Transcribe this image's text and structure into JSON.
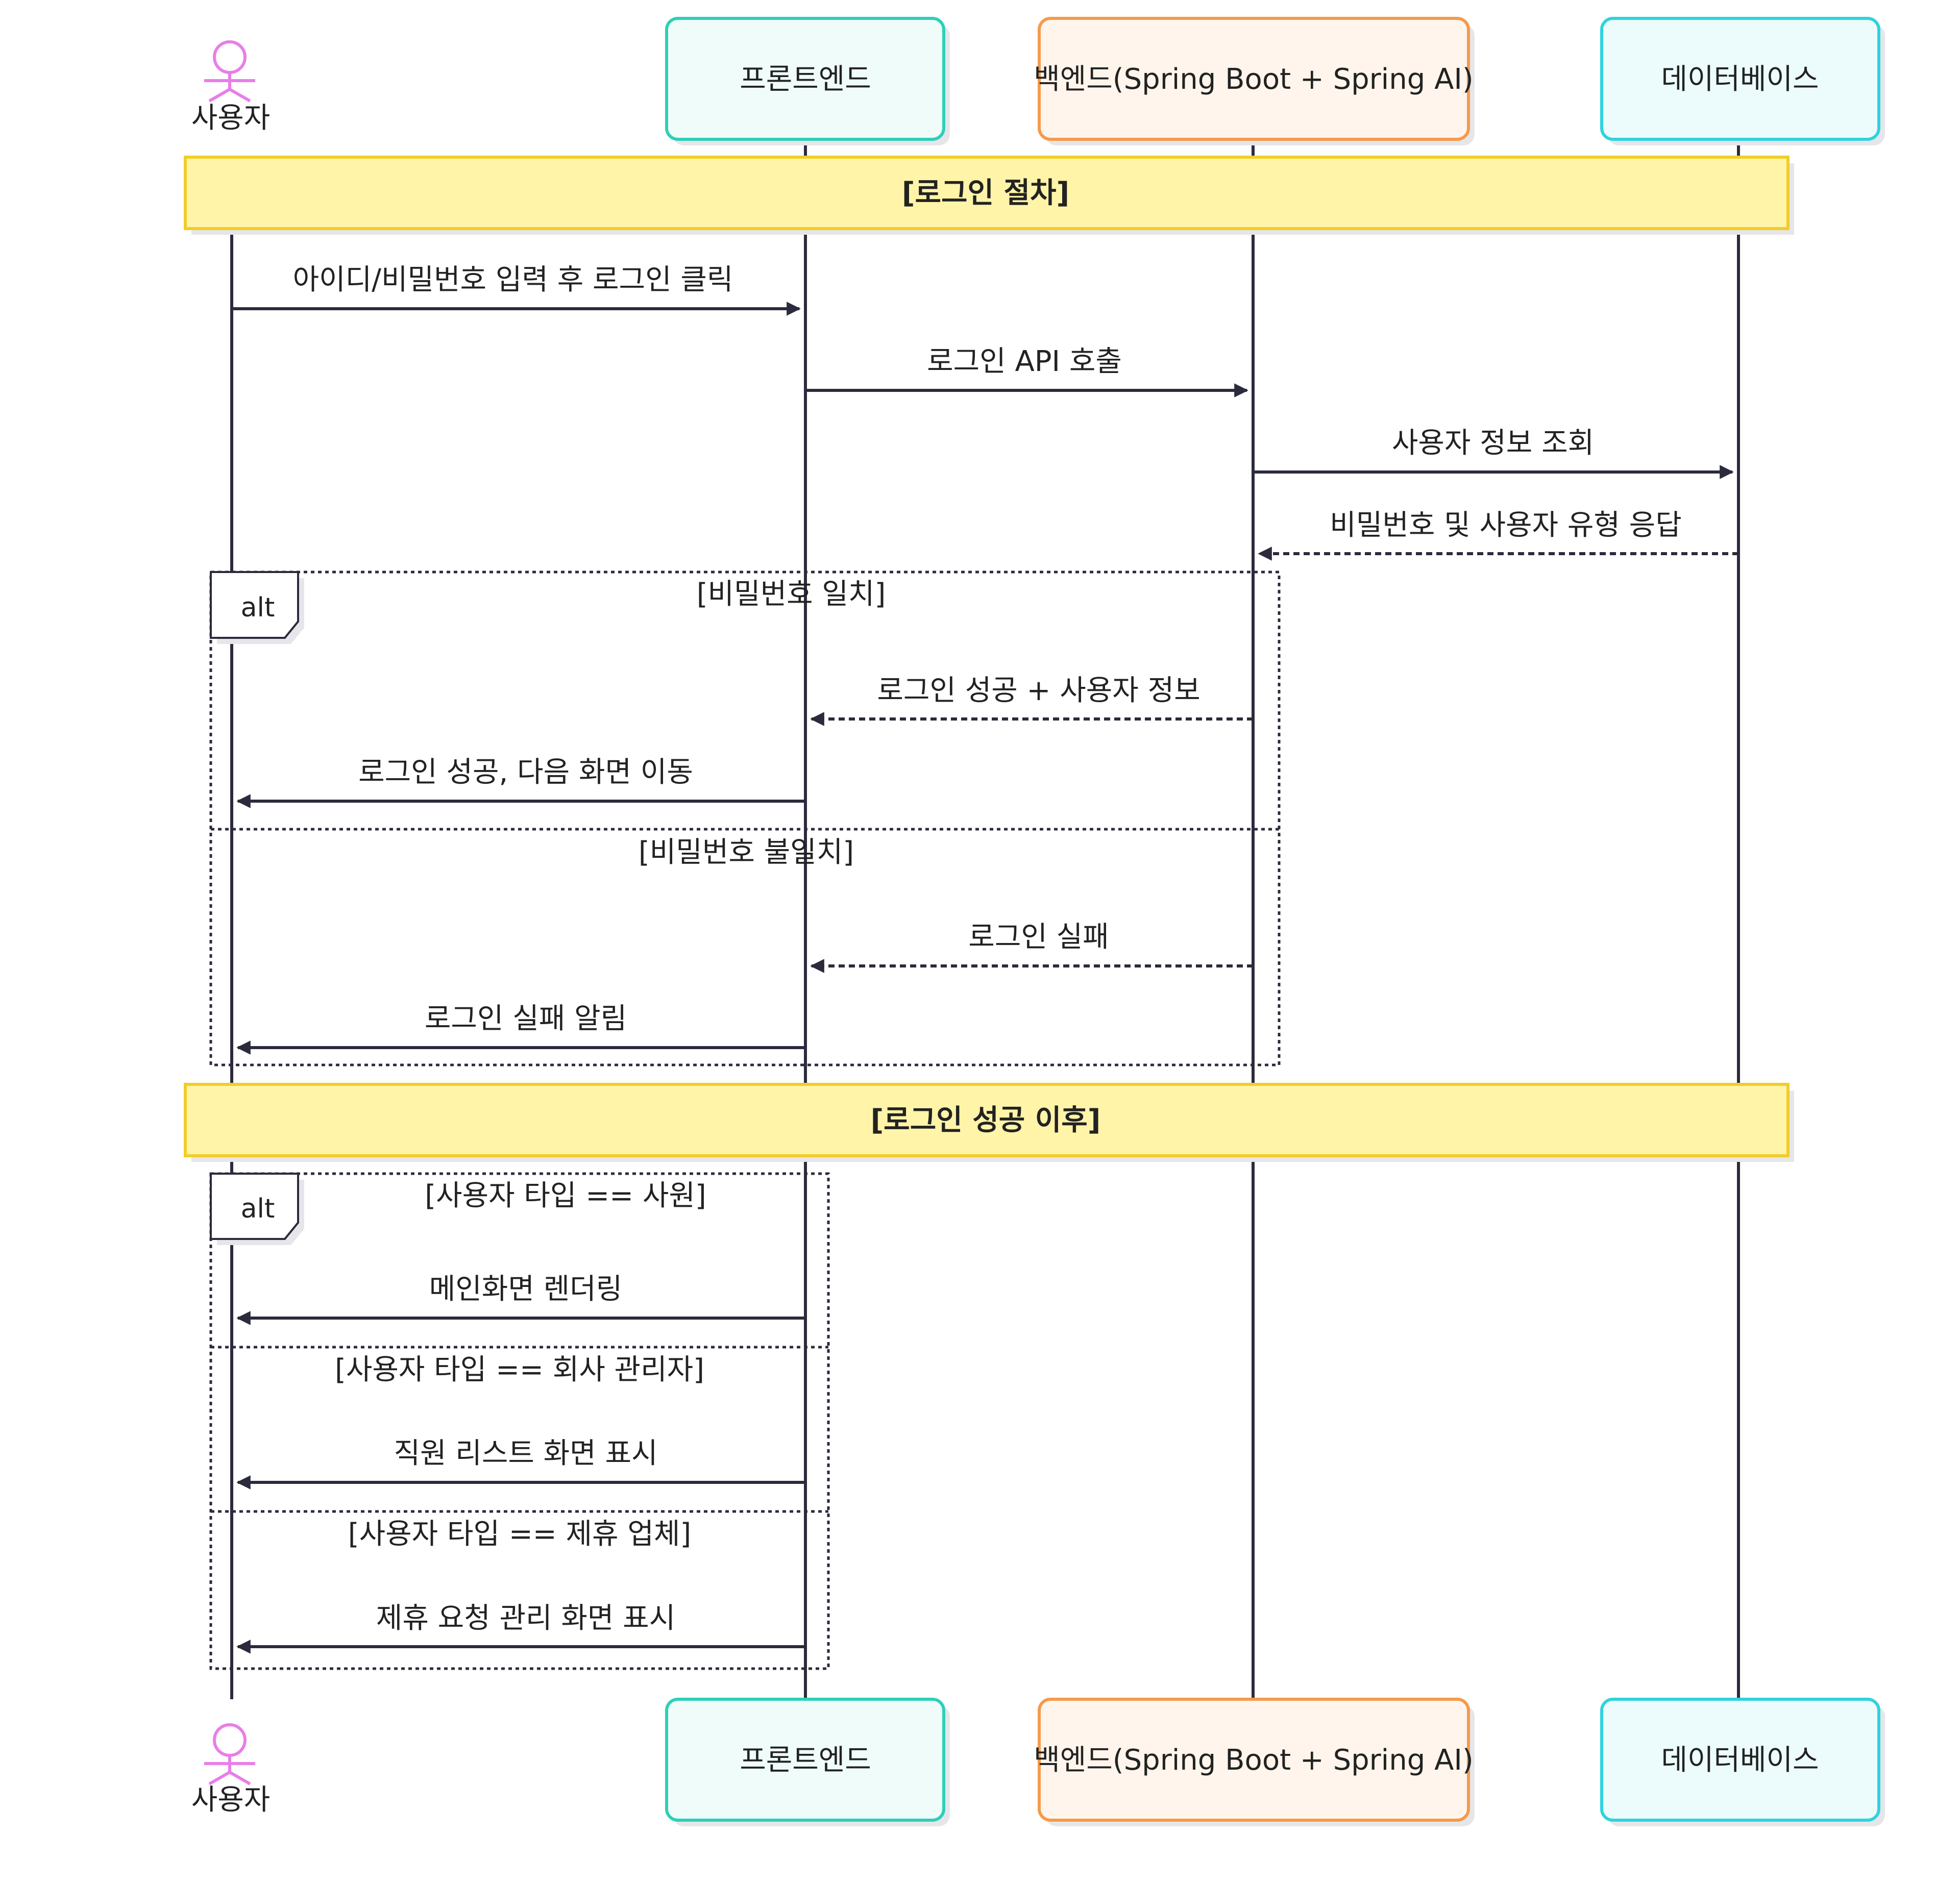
{
  "participants": [
    {
      "id": "user",
      "type": "actor",
      "label": "사용자",
      "color": "#e87ee8"
    },
    {
      "id": "frontend",
      "type": "box",
      "label": "프론트엔드",
      "fill": "#effcf9",
      "stroke": "#2ecfb8"
    },
    {
      "id": "backend",
      "type": "box",
      "label": "백엔드(Spring Boot + Spring AI)",
      "fill": "#fff5ec",
      "stroke": "#f59a4a"
    },
    {
      "id": "database",
      "type": "box",
      "label": "데이터베이스",
      "fill": "#ecfcfd",
      "stroke": "#2ed3de"
    }
  ],
  "notes": [
    {
      "text": "[로그인 절차]",
      "fill": "#fff4a8",
      "stroke": "#f1cd2a"
    },
    {
      "text": "[로그인 성공 이후]",
      "fill": "#fff4a8",
      "stroke": "#f1cd2a"
    }
  ],
  "messages": [
    {
      "from": "user",
      "to": "frontend",
      "text": "아이디/비밀번호 입력 후 로그인 클릭",
      "style": "solid"
    },
    {
      "from": "frontend",
      "to": "backend",
      "text": "로그인 API 호출",
      "style": "solid"
    },
    {
      "from": "backend",
      "to": "database",
      "text": "사용자 정보 조회",
      "style": "solid"
    },
    {
      "from": "database",
      "to": "backend",
      "text": "비밀번호 및 사용자 유형 응답",
      "style": "dashed"
    },
    {
      "from": "backend",
      "to": "frontend",
      "text": "로그인 성공 + 사용자 정보",
      "style": "dashed"
    },
    {
      "from": "frontend",
      "to": "user",
      "text": "로그인 성공, 다음 화면 이동",
      "style": "solid"
    },
    {
      "from": "backend",
      "to": "frontend",
      "text": "로그인 실패",
      "style": "dashed"
    },
    {
      "from": "frontend",
      "to": "user",
      "text": "로그인 실패 알림",
      "style": "solid"
    },
    {
      "from": "frontend",
      "to": "user",
      "text": "메인화면 렌더링",
      "style": "solid"
    },
    {
      "from": "frontend",
      "to": "user",
      "text": "직원 리스트 화면 표시",
      "style": "solid"
    },
    {
      "from": "frontend",
      "to": "user",
      "text": "제휴 요청 관리 화면 표시",
      "style": "solid"
    }
  ],
  "alt_blocks": [
    {
      "label": "alt",
      "conditions": [
        "[비밀번호 일치]",
        "[비밀번호 불일치]"
      ]
    },
    {
      "label": "alt",
      "conditions": [
        "[사용자 타입 == 사원]",
        "[사용자 타입 == 회사 관리자]",
        "[사용자 타입 == 제휴 업체]"
      ]
    }
  ],
  "colors": {
    "line": "#2b2b3d",
    "shadow": "#e6e6ea"
  }
}
